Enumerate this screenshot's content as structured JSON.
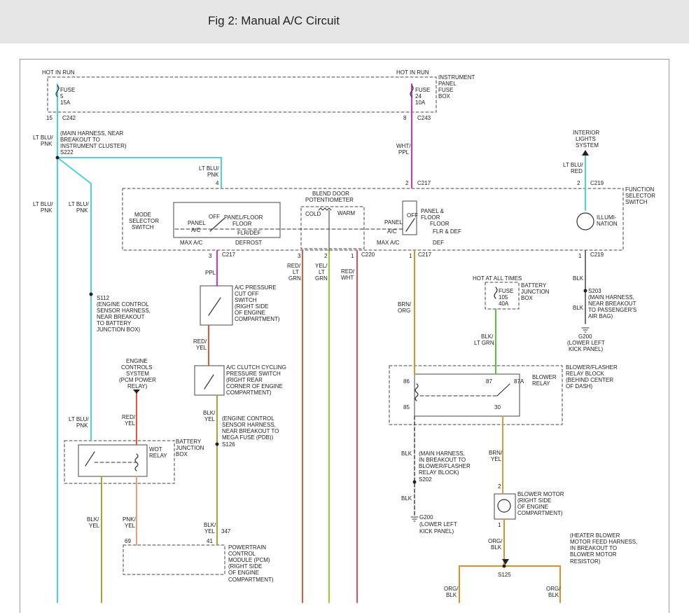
{
  "header": {
    "title": "Fig 2: Manual A/C Circuit"
  },
  "colors": {
    "lt_blu_pnk": "#4fd0e0",
    "wht_ppl": "#d030d0",
    "orange": "#e0902a",
    "red_lt_grn": "#e05a30",
    "yel_lt_grn": "#9acd32",
    "red_wht": "#e05050",
    "blk_lt_grn": "#5fbf3a",
    "ltblu_red": "#4fd0e0",
    "blk": "#444444"
  },
  "labels": [
    {
      "k": "t1",
      "text": "HOT IN RUN"
    },
    {
      "k": "t2",
      "text": "FUSE"
    },
    {
      "k": "t3",
      "text": "5"
    },
    {
      "k": "t4",
      "text": "15A"
    },
    {
      "k": "t5",
      "text": "15"
    },
    {
      "k": "t6",
      "text": "C242"
    },
    {
      "k": "t7",
      "text": "HOT IN RUN"
    },
    {
      "k": "t8",
      "text": "FUSE"
    },
    {
      "k": "t9",
      "text": "24"
    },
    {
      "k": "t10",
      "text": "10A"
    },
    {
      "k": "t11",
      "text": "8"
    },
    {
      "k": "t12",
      "text": "C243"
    },
    {
      "k": "t13",
      "text": "INSTRUMENT"
    },
    {
      "k": "t14",
      "text": "PANEL"
    },
    {
      "k": "t15",
      "text": "FUSE"
    },
    {
      "k": "t16",
      "text": "BOX"
    },
    {
      "k": "t17",
      "text": "LT BLU/"
    },
    {
      "k": "t18",
      "text": "PNK"
    },
    {
      "k": "t19",
      "text": "(MAIN HARNESS, NEAR"
    },
    {
      "k": "t20",
      "text": "BREAKOUT TO"
    },
    {
      "k": "t21",
      "text": "INSTRUMENT CLUSTER)"
    },
    {
      "k": "t22",
      "text": "S222"
    },
    {
      "k": "t23",
      "text": "WHT/"
    },
    {
      "k": "t24",
      "text": "PPL"
    },
    {
      "k": "t25",
      "text": "INTERIOR"
    },
    {
      "k": "t26",
      "text": "LIGHTS"
    },
    {
      "k": "t27",
      "text": "SYSTEM"
    },
    {
      "k": "t28",
      "text": "LT BLU/"
    },
    {
      "k": "t29",
      "text": "RED"
    },
    {
      "k": "t30",
      "text": "2"
    },
    {
      "k": "t31",
      "text": "C219"
    },
    {
      "k": "t32",
      "text": "LT BLU/"
    },
    {
      "k": "t33",
      "text": "PNK"
    },
    {
      "k": "t34",
      "text": "4"
    },
    {
      "k": "t35",
      "text": "2"
    },
    {
      "k": "t36",
      "text": "C217"
    },
    {
      "k": "t37",
      "text": "FUNCTION"
    },
    {
      "k": "t38",
      "text": "SELECTOR"
    },
    {
      "k": "t39",
      "text": "SWITCH"
    },
    {
      "k": "t40",
      "text": "LT BLU/"
    },
    {
      "k": "t41",
      "text": "PNK"
    },
    {
      "k": "t42",
      "text": "LT BLU/"
    },
    {
      "k": "t43",
      "text": "PNK"
    },
    {
      "k": "t44",
      "text": "BLEND DOOR"
    },
    {
      "k": "t45",
      "text": "POTENTIOMETER"
    },
    {
      "k": "t46",
      "text": "COLD"
    },
    {
      "k": "t47",
      "text": "WARM"
    },
    {
      "k": "t48",
      "text": "MODE"
    },
    {
      "k": "t49",
      "text": "SELECTOR"
    },
    {
      "k": "t50",
      "text": "SWITCH"
    },
    {
      "k": "t51",
      "text": "OFF"
    },
    {
      "k": "t52",
      "text": "PANEL/FLOOR"
    },
    {
      "k": "t53",
      "text": "PANEL"
    },
    {
      "k": "t54",
      "text": "FLOOR"
    },
    {
      "k": "t55",
      "text": "A/C"
    },
    {
      "k": "t56",
      "text": "FLR/DEF"
    },
    {
      "k": "t57",
      "text": "MAX A/C"
    },
    {
      "k": "t58",
      "text": "DEFROST"
    },
    {
      "k": "t59",
      "text": "OFF"
    },
    {
      "k": "t60",
      "text": "PANEL &"
    },
    {
      "k": "t61",
      "text": "FLOOR"
    },
    {
      "k": "t62",
      "text": "PANEL"
    },
    {
      "k": "t63",
      "text": "FLOOR"
    },
    {
      "k": "t64",
      "text": "A/C"
    },
    {
      "k": "t65",
      "text": "FLR & DEF"
    },
    {
      "k": "t66",
      "text": "MAX A/C"
    },
    {
      "k": "t67",
      "text": "DEF"
    },
    {
      "k": "t68",
      "text": "ILLUMI-"
    },
    {
      "k": "t69",
      "text": "NATION"
    },
    {
      "k": "t70",
      "text": "3"
    },
    {
      "k": "t71",
      "text": "C217"
    },
    {
      "k": "t72",
      "text": "3"
    },
    {
      "k": "t73",
      "text": "2"
    },
    {
      "k": "t74",
      "text": "1"
    },
    {
      "k": "t75",
      "text": "C220"
    },
    {
      "k": "t76",
      "text": "1"
    },
    {
      "k": "t77",
      "text": "C217"
    },
    {
      "k": "t78",
      "text": "1"
    },
    {
      "k": "t79",
      "text": "C219"
    },
    {
      "k": "t80",
      "text": "PPL"
    },
    {
      "k": "t81",
      "text": "RED/"
    },
    {
      "k": "t82",
      "text": "LT"
    },
    {
      "k": "t83",
      "text": "GRN"
    },
    {
      "k": "t84",
      "text": "YEL/"
    },
    {
      "k": "t85",
      "text": "LT"
    },
    {
      "k": "t86",
      "text": "GRN"
    },
    {
      "k": "t87",
      "text": "RED/"
    },
    {
      "k": "t88",
      "text": "WHT"
    },
    {
      "k": "t89",
      "text": "A/C PRESSURE"
    },
    {
      "k": "t90",
      "text": "CUT OFF"
    },
    {
      "k": "t91",
      "text": "SWITCH"
    },
    {
      "k": "t92",
      "text": "(RIGHT SIDE"
    },
    {
      "k": "t93",
      "text": "OF ENGINE"
    },
    {
      "k": "t94",
      "text": "COMPARTMENT)"
    },
    {
      "k": "t95",
      "text": "S112"
    },
    {
      "k": "t96",
      "text": "(ENGINE CONTROL"
    },
    {
      "k": "t97",
      "text": "SENSOR HARNESS,"
    },
    {
      "k": "t98",
      "text": "NEAR BREAKOUT"
    },
    {
      "k": "t99",
      "text": "TO BATTERY"
    },
    {
      "k": "t100",
      "text": "JUNCTION BOX)"
    },
    {
      "k": "t101",
      "text": "HOT AT ALL TIMES"
    },
    {
      "k": "t102",
      "text": "FUSE"
    },
    {
      "k": "t103",
      "text": "105"
    },
    {
      "k": "t104",
      "text": "40A"
    },
    {
      "k": "t105",
      "text": "BATTERY"
    },
    {
      "k": "t106",
      "text": "JUNCTION"
    },
    {
      "k": "t107",
      "text": "BOX"
    },
    {
      "k": "t108",
      "text": "BLK"
    },
    {
      "k": "t109",
      "text": "S203"
    },
    {
      "k": "t110",
      "text": "(MAIN HARNESS,"
    },
    {
      "k": "t111",
      "text": "NEAR BREAKOUT"
    },
    {
      "k": "t112",
      "text": "TO PASSENGER'S"
    },
    {
      "k": "t113",
      "text": "AIR BAG)"
    },
    {
      "k": "t114",
      "text": "BLK"
    },
    {
      "k": "t115",
      "text": "G200"
    },
    {
      "k": "t116",
      "text": "(LOWER LEFT"
    },
    {
      "k": "t117",
      "text": "KICK PANEL)"
    },
    {
      "k": "t118",
      "text": "BRN/"
    },
    {
      "k": "t119",
      "text": "ORG"
    },
    {
      "k": "t120",
      "text": "BLK/"
    },
    {
      "k": "t121",
      "text": "LT GRN"
    },
    {
      "k": "t122",
      "text": "RED/"
    },
    {
      "k": "t123",
      "text": "YEL"
    },
    {
      "k": "t124",
      "text": "A/C CLUTCH CYCLING"
    },
    {
      "k": "t125",
      "text": "PRESSURE SWITCH"
    },
    {
      "k": "t126",
      "text": "(RIGHT REAR"
    },
    {
      "k": "t127",
      "text": "CORNER OF ENGINE"
    },
    {
      "k": "t128",
      "text": "COMPARTMENT)"
    },
    {
      "k": "t129",
      "text": "ENGINE"
    },
    {
      "k": "t130",
      "text": "CONTROLS"
    },
    {
      "k": "t131",
      "text": "SYSTEM"
    },
    {
      "k": "t132",
      "text": "(PCM POWER"
    },
    {
      "k": "t133",
      "text": "RELAY)"
    },
    {
      "k": "t134",
      "text": "BLOWER/FLASHER"
    },
    {
      "k": "t135",
      "text": "RELAY BLOCK"
    },
    {
      "k": "t136",
      "text": "(BEHIND CENTER"
    },
    {
      "k": "t137",
      "text": "OF DASH)"
    },
    {
      "k": "t138",
      "text": "86"
    },
    {
      "k": "t139",
      "text": "87"
    },
    {
      "k": "t140",
      "text": "87A"
    },
    {
      "k": "t141",
      "text": "BLOWER"
    },
    {
      "k": "t142",
      "text": "RELAY"
    },
    {
      "k": "t143",
      "text": "85"
    },
    {
      "k": "t144",
      "text": "30"
    },
    {
      "k": "t145",
      "text": "BLK/"
    },
    {
      "k": "t146",
      "text": "YEL"
    },
    {
      "k": "t147",
      "text": "(ENGINE CONTROL"
    },
    {
      "k": "t148",
      "text": "SENSOR HARNESS,"
    },
    {
      "k": "t149",
      "text": "NEAR BREAKOUT TO"
    },
    {
      "k": "t150",
      "text": "MEGA FUSE (PDB))"
    },
    {
      "k": "t151",
      "text": "S126"
    },
    {
      "k": "t152",
      "text": "LT BLU/"
    },
    {
      "k": "t153",
      "text": "PNK"
    },
    {
      "k": "t154",
      "text": "RED/"
    },
    {
      "k": "t155",
      "text": "YEL"
    },
    {
      "k": "t156",
      "text": "BATTERY"
    },
    {
      "k": "t157",
      "text": "JUNCTION"
    },
    {
      "k": "t158",
      "text": "BOX"
    },
    {
      "k": "t159",
      "text": "WOT"
    },
    {
      "k": "t160",
      "text": "RELAY"
    },
    {
      "k": "t161",
      "text": "BLK"
    },
    {
      "k": "t162",
      "text": "(MAIN HARNESS,"
    },
    {
      "k": "t163",
      "text": "IN BREAKOUT TO"
    },
    {
      "k": "t164",
      "text": "BLOWER/FLASHER"
    },
    {
      "k": "t165",
      "text": "RELAY BLOCK)"
    },
    {
      "k": "t166",
      "text": "S202"
    },
    {
      "k": "t167",
      "text": "BRN/"
    },
    {
      "k": "t168",
      "text": "YEL"
    },
    {
      "k": "t169",
      "text": "BLK"
    },
    {
      "k": "t170",
      "text": "2"
    },
    {
      "k": "t171",
      "text": "BLOWER MOTOR"
    },
    {
      "k": "t172",
      "text": "(RIGHT SIDE"
    },
    {
      "k": "t173",
      "text": "OF ENGINE"
    },
    {
      "k": "t174",
      "text": "COMPARTMENT)"
    },
    {
      "k": "t175",
      "text": "1"
    },
    {
      "k": "t176",
      "text": "G200"
    },
    {
      "k": "t177",
      "text": "(LOWER LEFT"
    },
    {
      "k": "t178",
      "text": "KICK PANEL)"
    },
    {
      "k": "t179",
      "text": "BLK/"
    },
    {
      "k": "t180",
      "text": "YEL"
    },
    {
      "k": "t181",
      "text": "PNK/"
    },
    {
      "k": "t182",
      "text": "YEL"
    },
    {
      "k": "t183",
      "text": "BLK/"
    },
    {
      "k": "t184",
      "text": "YEL"
    },
    {
      "k": "t185",
      "text": "347"
    },
    {
      "k": "t186",
      "text": "69"
    },
    {
      "k": "t187",
      "text": "41"
    },
    {
      "k": "t188",
      "text": "POWERTRAIN"
    },
    {
      "k": "t189",
      "text": "CONTROL"
    },
    {
      "k": "t190",
      "text": "MODULE (PCM)"
    },
    {
      "k": "t191",
      "text": "(RIGHT SIDE"
    },
    {
      "k": "t192",
      "text": "OF ENGINE"
    },
    {
      "k": "t193",
      "text": "COMPARTMENT)"
    },
    {
      "k": "t194",
      "text": "ORG/"
    },
    {
      "k": "t195",
      "text": "BLK"
    },
    {
      "k": "t196",
      "text": "(HEATER BLOWER"
    },
    {
      "k": "t197",
      "text": "MOTOR FEED HARNESS,"
    },
    {
      "k": "t198",
      "text": "IN BREAKOUT TO"
    },
    {
      "k": "t199",
      "text": "BLOWER MOTOR"
    },
    {
      "k": "t200",
      "text": "RESISTOR)"
    },
    {
      "k": "t201",
      "text": "S125"
    },
    {
      "k": "t202",
      "text": "ORG/"
    },
    {
      "k": "t203",
      "text": "BLK"
    },
    {
      "k": "t204",
      "text": "ORG/"
    },
    {
      "k": "t205",
      "text": "BLK"
    }
  ]
}
